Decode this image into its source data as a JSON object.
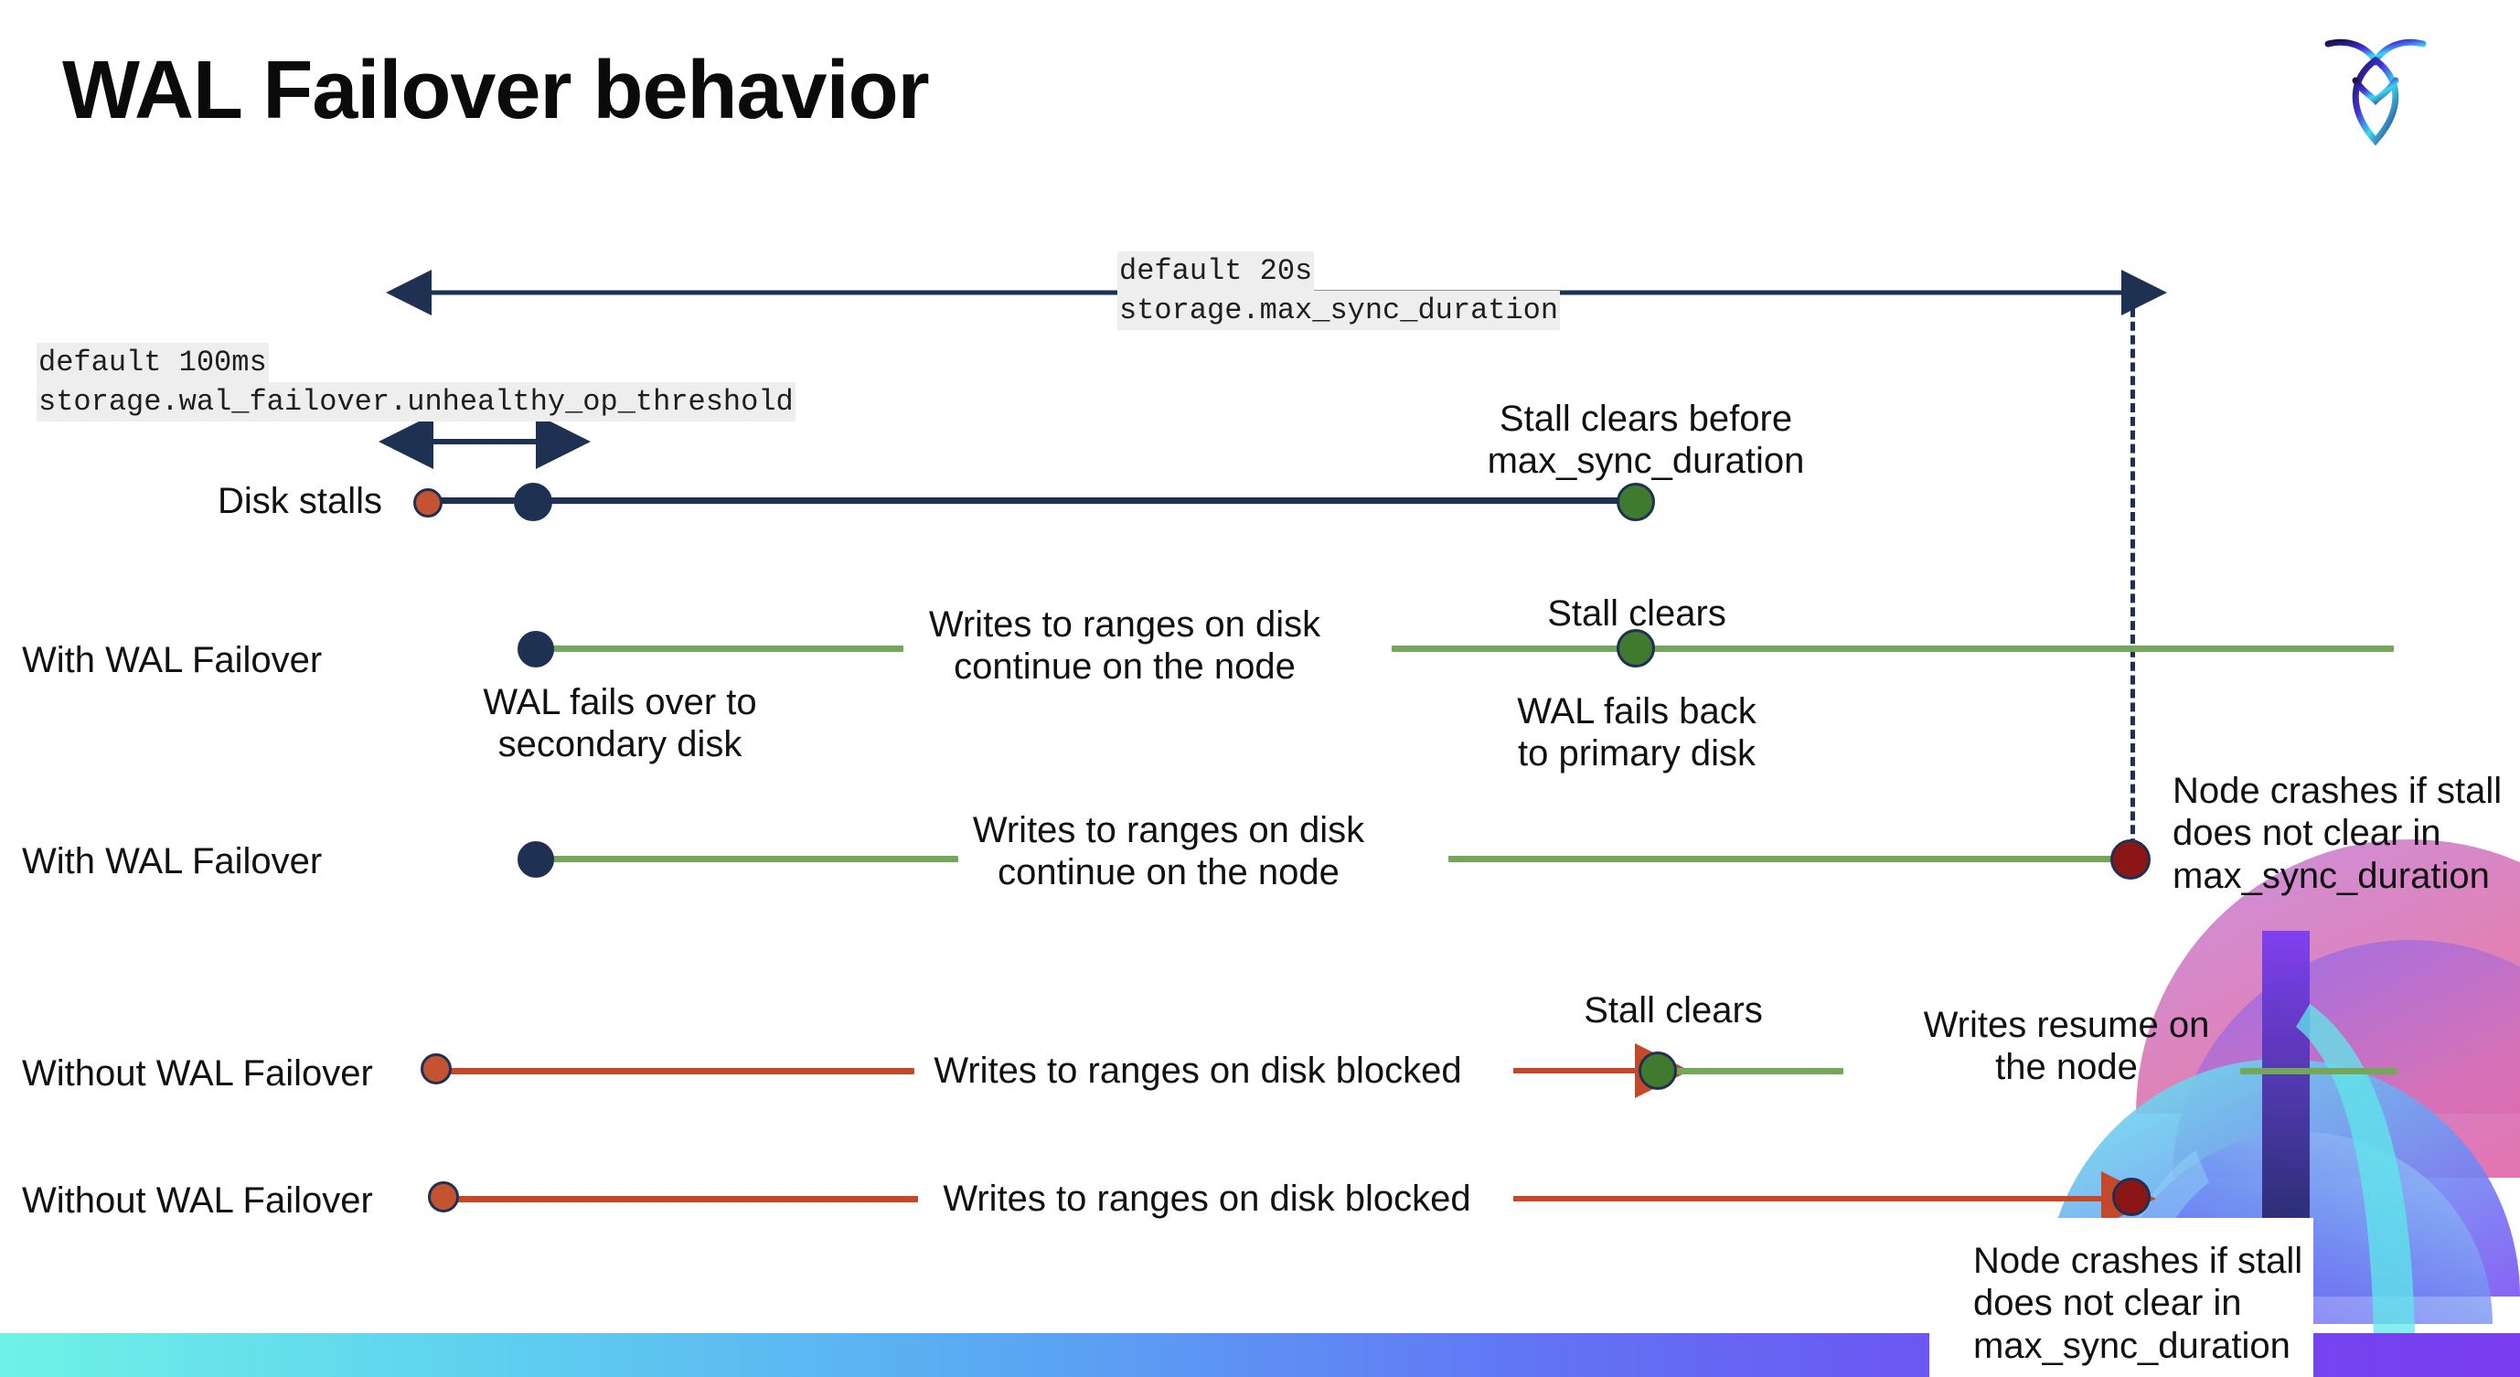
{
  "slide": {
    "title": "WAL Failover behavior",
    "logo_name": "cockroachdb-logo"
  },
  "settings": {
    "max_sync": {
      "default_label": "default 20s",
      "name": "storage.max_sync_duration"
    },
    "unhealthy_op": {
      "default_label": "default 100ms",
      "name": "storage.wal_failover.unhealthy_op_threshold"
    }
  },
  "rows": {
    "disk_stalls": {
      "label": "Disk stalls",
      "note_right": "Stall clears before\nmax_sync_duration"
    },
    "with_failover_1": {
      "label": "With WAL Failover",
      "note_start": "WAL fails over to\nsecondary disk",
      "note_mid": "Writes to ranges on disk\ncontinue on the node",
      "note_clears": "Stall clears",
      "note_fallback": "WAL fails  back\nto primary disk"
    },
    "with_failover_2": {
      "label": "With WAL Failover",
      "note_mid": "Writes to ranges on disk\ncontinue on the node",
      "note_crash": "Node crashes if stall\ndoes not clear in\nmax_sync_duration"
    },
    "without_failover_1": {
      "label": "Without WAL Failover",
      "note_mid": "Writes to ranges on disk  blocked",
      "note_clears": "Stall clears",
      "note_resume": "Writes resume on\nthe node"
    },
    "without_failover_2": {
      "label": "Without WAL Failover",
      "note_mid": "Writes to ranges on disk  blocked",
      "note_crash": "Node crashes if stall\ndoes not clear in\nmax_sync_duration"
    }
  },
  "colors": {
    "navy": "#1f3153",
    "green_track": "#74a75a",
    "red_track": "#c4492b",
    "dot_red": "#c4532f",
    "dot_green": "#3f7a2e",
    "dot_dark_red": "#8c1616",
    "chip_bg": "#eeeeee"
  }
}
